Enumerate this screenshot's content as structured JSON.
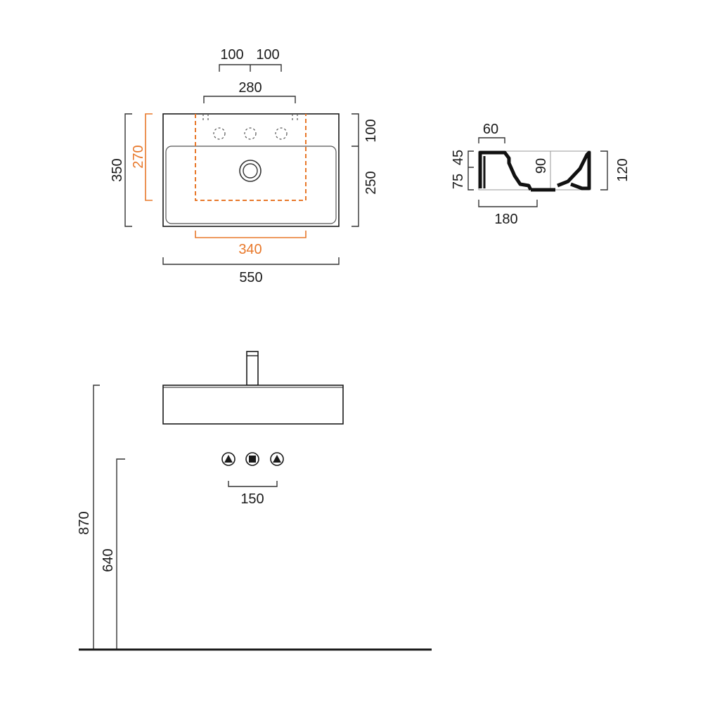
{
  "dimensions": {
    "top_view": {
      "tap_spacing_left": "100",
      "tap_spacing_right": "100",
      "tap_span": "280",
      "overall_width": "550",
      "overall_depth": "350",
      "rear_ledge": "100",
      "bowl_depth": "250",
      "cabinet_depth": "270",
      "cabinet_width": "340"
    },
    "side_section": {
      "rim_width": "60",
      "dim_45": "45",
      "dim_75": "75",
      "dim_90": "90",
      "height": "120",
      "base_length": "180"
    },
    "elevation": {
      "rim_height": "870",
      "valve_height": "640",
      "valve_spacing": "150"
    }
  },
  "colors": {
    "cabinet_outline": "#e8782a",
    "lines": "#333333",
    "floor": "#1a1a1a"
  }
}
